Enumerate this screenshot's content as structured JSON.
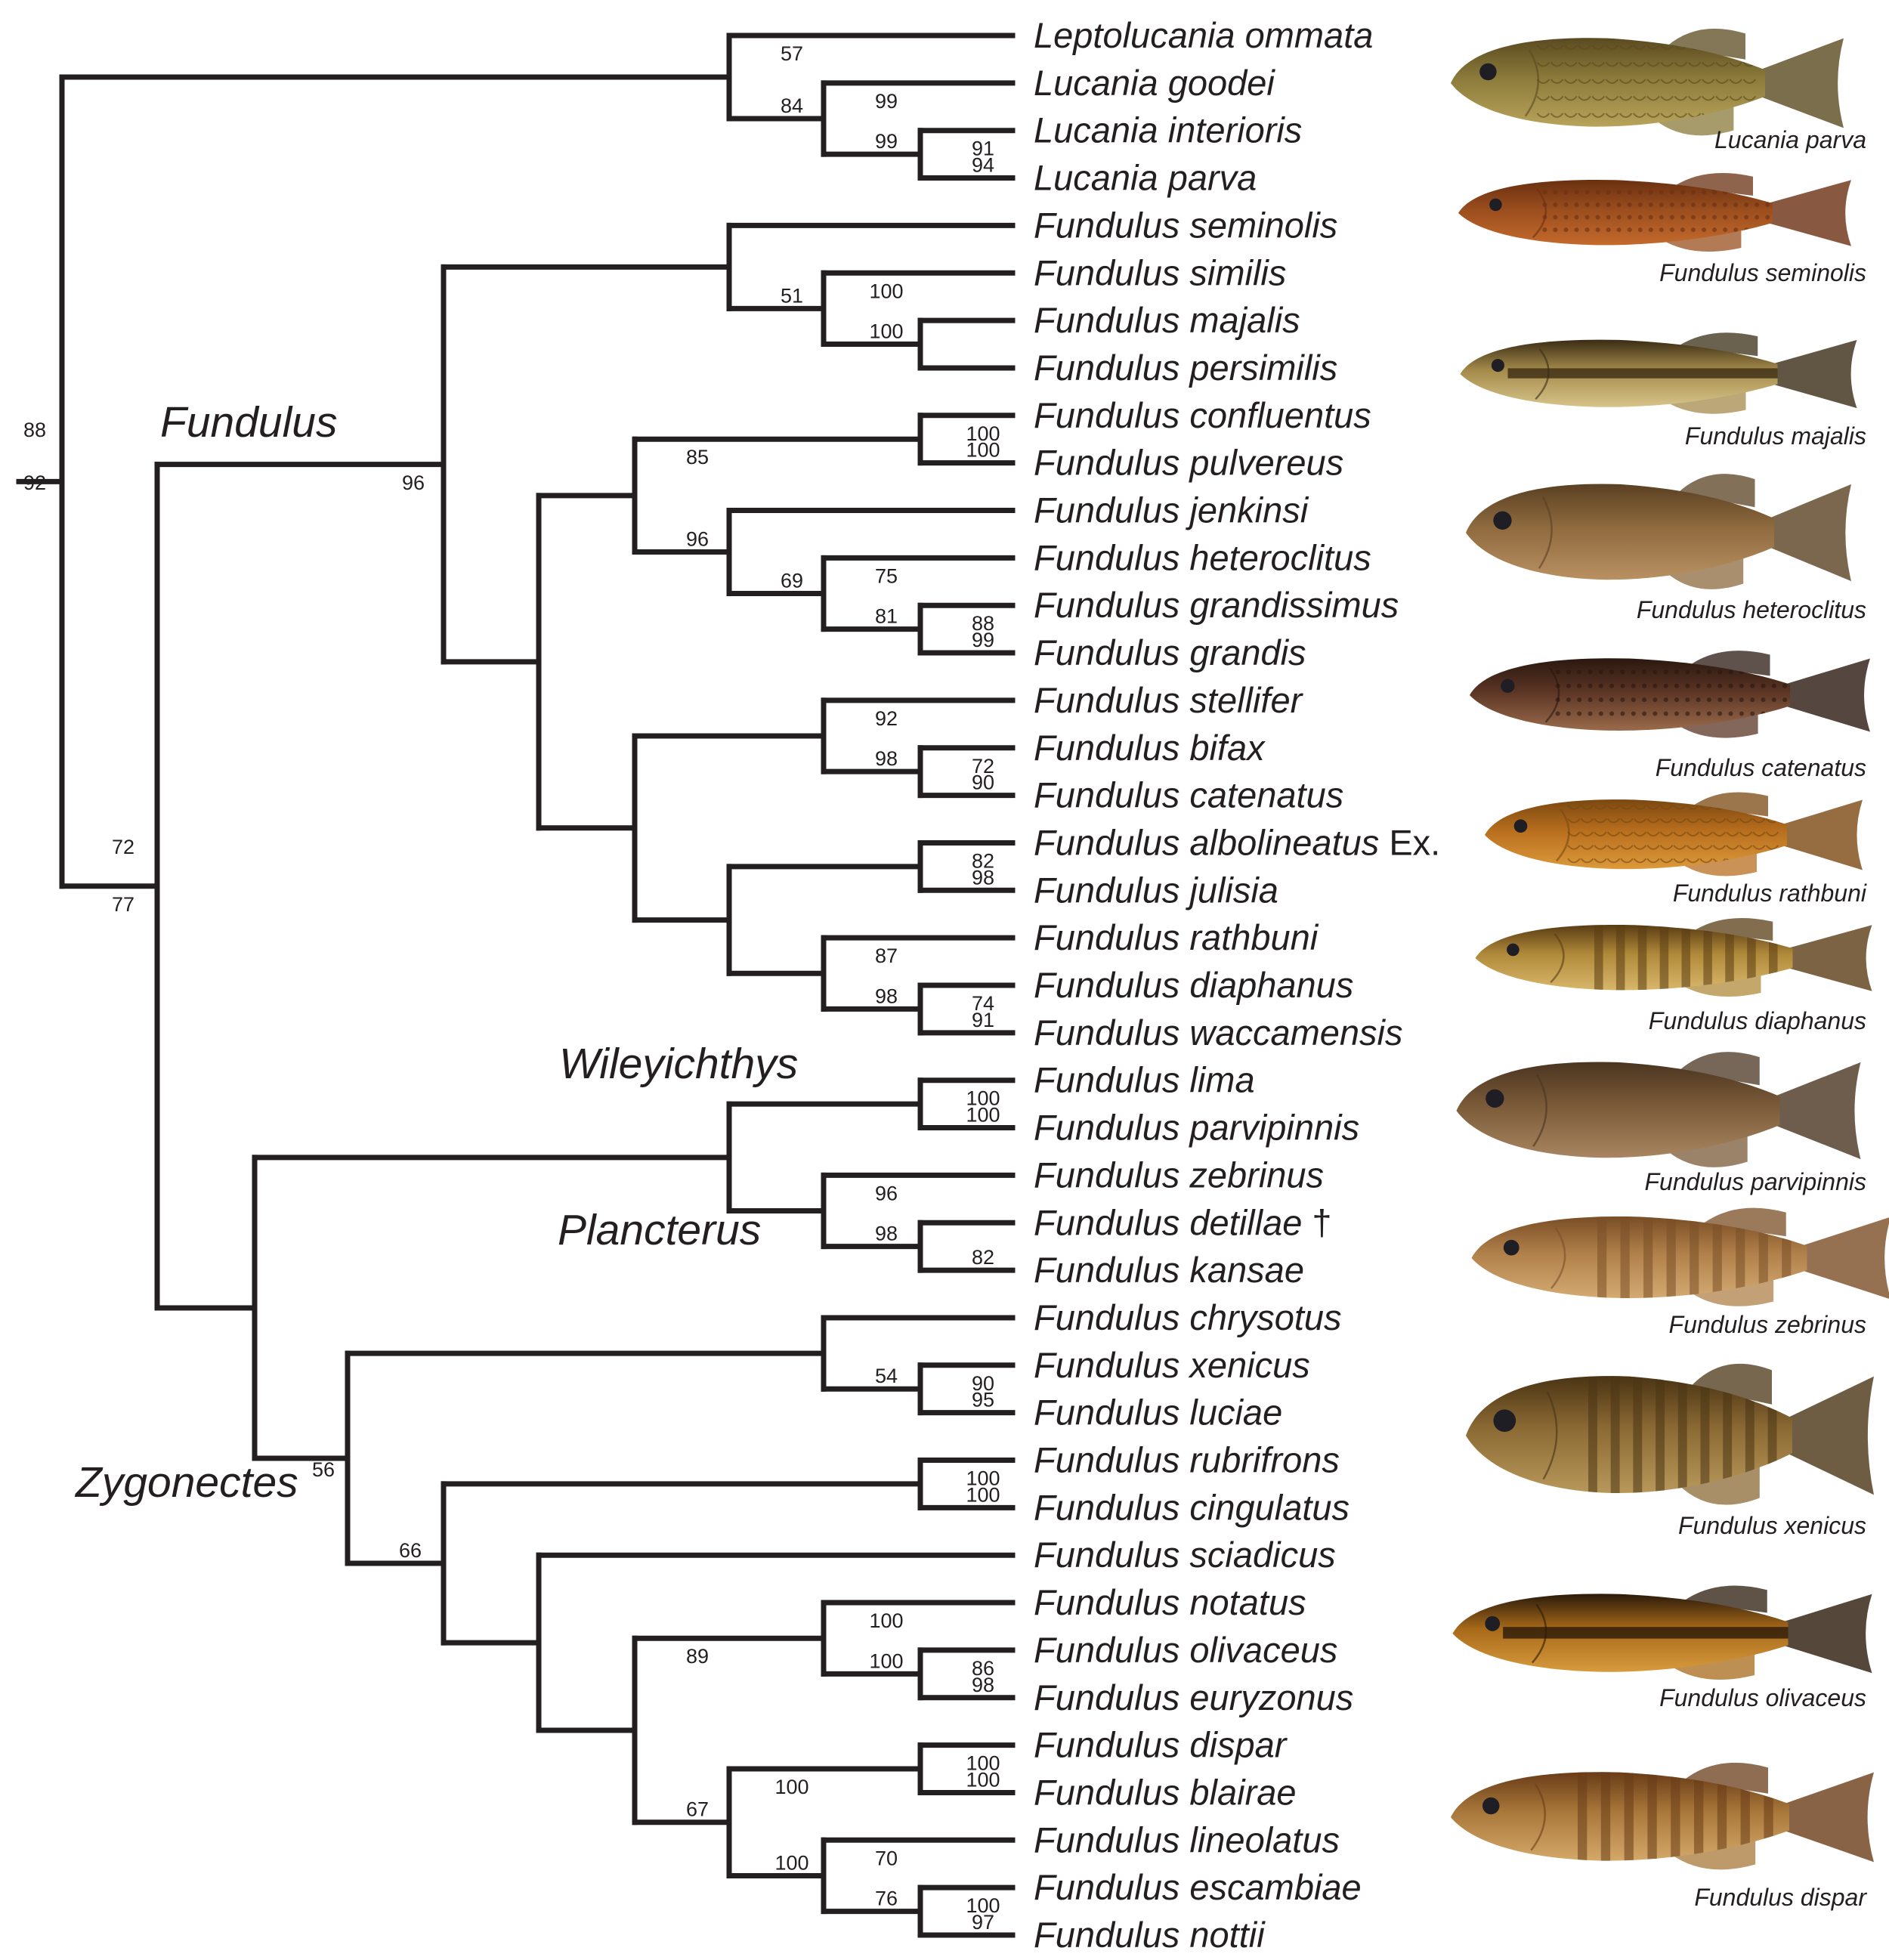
{
  "tree": {
    "leaves": [
      {
        "id": "L0",
        "name": "Leptolucania ommata"
      },
      {
        "id": "L1",
        "name": "Lucania goodei"
      },
      {
        "id": "L2",
        "name": "Lucania interioris"
      },
      {
        "id": "L3",
        "name": "Lucania parva"
      },
      {
        "id": "L4",
        "name": "Fundulus seminolis"
      },
      {
        "id": "L5",
        "name": "Fundulus similis"
      },
      {
        "id": "L6",
        "name": "Fundulus majalis"
      },
      {
        "id": "L7",
        "name": "Fundulus persimilis"
      },
      {
        "id": "L8",
        "name": "Fundulus confluentus"
      },
      {
        "id": "L9",
        "name": "Fundulus pulvereus"
      },
      {
        "id": "L10",
        "name": "Fundulus jenkinsi"
      },
      {
        "id": "L11",
        "name": "Fundulus heteroclitus"
      },
      {
        "id": "L12",
        "name": "Fundulus grandissimus"
      },
      {
        "id": "L13",
        "name": "Fundulus grandis"
      },
      {
        "id": "L14",
        "name": "Fundulus stellifer"
      },
      {
        "id": "L15",
        "name": "Fundulus bifax"
      },
      {
        "id": "L16",
        "name": "Fundulus catenatus"
      },
      {
        "id": "L17",
        "name": "Fundulus albolineatus",
        "suffix": " Ex."
      },
      {
        "id": "L18",
        "name": "Fundulus julisia"
      },
      {
        "id": "L19",
        "name": "Fundulus rathbuni"
      },
      {
        "id": "L20",
        "name": "Fundulus diaphanus"
      },
      {
        "id": "L21",
        "name": "Fundulus waccamensis"
      },
      {
        "id": "L22",
        "name": "Fundulus lima"
      },
      {
        "id": "L23",
        "name": "Fundulus parvipinnis"
      },
      {
        "id": "L24",
        "name": "Fundulus zebrinus"
      },
      {
        "id": "L25",
        "name": "Fundulus detillae",
        "suffix": " †"
      },
      {
        "id": "L26",
        "name": "Fundulus kansae"
      },
      {
        "id": "L27",
        "name": "Fundulus chrysotus"
      },
      {
        "id": "L28",
        "name": "Fundulus xenicus"
      },
      {
        "id": "L29",
        "name": "Fundulus luciae"
      },
      {
        "id": "L30",
        "name": "Fundulus rubrifrons"
      },
      {
        "id": "L31",
        "name": "Fundulus cingulatus"
      },
      {
        "id": "L32",
        "name": "Fundulus sciadicus"
      },
      {
        "id": "L33",
        "name": "Fundulus notatus"
      },
      {
        "id": "L34",
        "name": "Fundulus olivaceus"
      },
      {
        "id": "L35",
        "name": "Fundulus euryzonus"
      },
      {
        "id": "L36",
        "name": "Fundulus dispar"
      },
      {
        "id": "L37",
        "name": "Fundulus blairae"
      },
      {
        "id": "L38",
        "name": "Fundulus lineolatus"
      },
      {
        "id": "L39",
        "name": "Fundulus escambiae"
      },
      {
        "id": "L40",
        "name": "Fundulus nottii"
      }
    ],
    "nodes": [
      {
        "id": "N_int_parva",
        "children": [
          "L2",
          "L3"
        ],
        "support_above": "91",
        "support_below": "94"
      },
      {
        "id": "N_lucania",
        "children": [
          "L1",
          "N_int_parva"
        ],
        "support_above": "99",
        "support_below": "99"
      },
      {
        "id": "N_lucania_group",
        "children": [
          "L0",
          "N_lucania"
        ],
        "support_above": "57",
        "support_below": "84"
      },
      {
        "id": "N_maj_pers",
        "children": [
          "L6",
          "L7"
        ],
        "support_above": "",
        "support_below": ""
      },
      {
        "id": "N_sim_group",
        "children": [
          "L5",
          "N_maj_pers"
        ],
        "support_above": "100",
        "support_below": "100"
      },
      {
        "id": "N_sem_group",
        "children": [
          "L4",
          "N_sim_group"
        ],
        "support_above": "",
        "support_below": "51"
      },
      {
        "id": "N_conf_pulv",
        "children": [
          "L8",
          "L9"
        ],
        "support_above": "100",
        "support_below": "100"
      },
      {
        "id": "N_grandiss",
        "children": [
          "L12",
          "L13"
        ],
        "support_above": "88",
        "support_below": "99"
      },
      {
        "id": "N_hetero",
        "children": [
          "L11",
          "N_grandiss"
        ],
        "support_above": "75",
        "support_below": "81"
      },
      {
        "id": "N_jenk",
        "children": [
          "L10",
          "N_hetero"
        ],
        "support_above": "",
        "support_below": "69"
      },
      {
        "id": "N_conf_jenk",
        "children": [
          "N_conf_pulv",
          "N_jenk"
        ],
        "support_above": "85",
        "support_below": "96"
      },
      {
        "id": "N_bif_cat",
        "children": [
          "L15",
          "L16"
        ],
        "support_above": "72",
        "support_below": "90"
      },
      {
        "id": "N_stell",
        "children": [
          "L14",
          "N_bif_cat"
        ],
        "support_above": "92",
        "support_below": "98"
      },
      {
        "id": "N_alb_jul",
        "children": [
          "L17",
          "L18"
        ],
        "support_above": "82",
        "support_below": "98"
      },
      {
        "id": "N_dia_wac",
        "children": [
          "L20",
          "L21"
        ],
        "support_above": "74",
        "support_below": "91"
      },
      {
        "id": "N_rath",
        "children": [
          "L19",
          "N_dia_wac"
        ],
        "support_above": "87",
        "support_below": "98"
      },
      {
        "id": "N_alb_rath",
        "children": [
          "N_alb_jul",
          "N_rath"
        ],
        "support_above": "",
        "support_below": ""
      },
      {
        "id": "N_stell_alb",
        "children": [
          "N_stell",
          "N_alb_rath"
        ],
        "support_above": "",
        "support_below": ""
      },
      {
        "id": "N_conf_stell",
        "children": [
          "N_conf_jenk",
          "N_stell_alb"
        ],
        "support_above": "",
        "support_below": ""
      },
      {
        "id": "N_fundulus",
        "children": [
          "N_sem_group",
          "N_conf_stell"
        ],
        "support_above": "",
        "support_below": "96"
      },
      {
        "id": "N_lima_parv",
        "children": [
          "L22",
          "L23"
        ],
        "support_above": "100",
        "support_below": "100"
      },
      {
        "id": "N_det_kan",
        "children": [
          "L25",
          "L26"
        ],
        "support_above": "",
        "support_below": "82"
      },
      {
        "id": "N_zebr",
        "children": [
          "L24",
          "N_det_kan"
        ],
        "support_above": "96",
        "support_below": "98"
      },
      {
        "id": "N_wiley_planc",
        "children": [
          "N_lima_parv",
          "N_zebr"
        ],
        "support_above": "",
        "support_below": ""
      },
      {
        "id": "N_xen_luc",
        "children": [
          "L28",
          "L29"
        ],
        "support_above": "90",
        "support_below": "95"
      },
      {
        "id": "N_chrys",
        "children": [
          "L27",
          "N_xen_luc"
        ],
        "support_above": "",
        "support_below": "54"
      },
      {
        "id": "N_rub_cin",
        "children": [
          "L30",
          "L31"
        ],
        "support_above": "100",
        "support_below": "100"
      },
      {
        "id": "N_oli_eury",
        "children": [
          "L34",
          "L35"
        ],
        "support_above": "86",
        "support_below": "98"
      },
      {
        "id": "N_notatus",
        "children": [
          "L33",
          "N_oli_eury"
        ],
        "support_above": "100",
        "support_below": "100"
      },
      {
        "id": "N_disp_blair",
        "children": [
          "L36",
          "L37"
        ],
        "support_above": "100",
        "support_below": "100"
      },
      {
        "id": "N_esc_not",
        "children": [
          "L39",
          "L40"
        ],
        "support_above": "100",
        "support_below": "97"
      },
      {
        "id": "N_lineol",
        "children": [
          "L38",
          "N_esc_not"
        ],
        "support_above": "70",
        "support_below": "76"
      },
      {
        "id": "N_disp_lin",
        "children": [
          "N_disp_blair",
          "N_lineol"
        ],
        "support_above": "100",
        "support_below": "100"
      },
      {
        "id": "N_not_disp",
        "children": [
          "N_notatus",
          "N_disp_lin"
        ],
        "support_above": "89",
        "support_below": "67"
      },
      {
        "id": "N_sciad",
        "children": [
          "L32",
          "N_not_disp"
        ],
        "support_above": "",
        "support_below": ""
      },
      {
        "id": "N_rub_sciad",
        "children": [
          "N_rub_cin",
          "N_sciad"
        ],
        "support_above": "",
        "support_below": ""
      },
      {
        "id": "N_chrys_rub",
        "children": [
          "N_chrys",
          "N_rub_sciad"
        ],
        "support_above": "",
        "support_below": "66"
      },
      {
        "id": "N_zygonectes",
        "children": [
          "N_wiley_planc",
          "N_chrys_rub"
        ],
        "support_above": "",
        "support_below": "56"
      },
      {
        "id": "N_fund_zyg",
        "children": [
          "N_fundulus",
          "N_zygonectes"
        ],
        "support_above": "72",
        "support_below": "77"
      },
      {
        "id": "N_root",
        "children": [
          "N_lucania_group",
          "N_fund_zyg"
        ],
        "support_above": "88",
        "support_below": "92"
      }
    ],
    "clade_labels": [
      {
        "id": "fundulus",
        "text": "Fundulus"
      },
      {
        "id": "wileyichthys",
        "text": "Wileyichthys"
      },
      {
        "id": "plancterus",
        "text": "Plancterus"
      },
      {
        "id": "zygonectes",
        "text": "Zygonectes"
      }
    ]
  },
  "fish_images": [
    {
      "id": "lucania-parva",
      "caption": "Lucania parva",
      "palette": [
        "#8b7a3a",
        "#b8a35a",
        "#5a4a20"
      ],
      "pattern": "scales"
    },
    {
      "id": "fundulus-seminolis",
      "caption": "Fundulus seminolis",
      "palette": [
        "#9a4d1e",
        "#c46a2c",
        "#6a3010"
      ],
      "pattern": "dots"
    },
    {
      "id": "fundulus-majalis",
      "caption": "Fundulus majalis",
      "palette": [
        "#a48a4a",
        "#d7c48a",
        "#3a2c14"
      ],
      "pattern": "stripe"
    },
    {
      "id": "fundulus-heteroclitus",
      "caption": "Fundulus heteroclitus",
      "palette": [
        "#8e6a3e",
        "#b99062",
        "#5a4022"
      ],
      "pattern": "plain"
    },
    {
      "id": "fundulus-catenatus",
      "caption": "Fundulus catenatus",
      "palette": [
        "#5a3424",
        "#9a6a4a",
        "#2a1810"
      ],
      "pattern": "dots"
    },
    {
      "id": "fundulus-rathbuni",
      "caption": "Fundulus rathbuni",
      "palette": [
        "#b86e1e",
        "#dc9a3a",
        "#7a4810"
      ],
      "pattern": "scales"
    },
    {
      "id": "fundulus-diaphanus",
      "caption": "Fundulus diaphanus",
      "palette": [
        "#b08a3a",
        "#d8b66a",
        "#5a3c14"
      ],
      "pattern": "bars"
    },
    {
      "id": "fundulus-parvipinnis",
      "caption": "Fundulus parvipinnis",
      "palette": [
        "#7a5a38",
        "#a88560",
        "#4a3420"
      ],
      "pattern": "plain"
    },
    {
      "id": "fundulus-zebrinus",
      "caption": "Fundulus zebrinus",
      "palette": [
        "#b0804a",
        "#d4aa72",
        "#7a4e26"
      ],
      "pattern": "bars"
    },
    {
      "id": "fundulus-xenicus",
      "caption": "Fundulus xenicus",
      "palette": [
        "#8c6a34",
        "#b8985a",
        "#4a3414"
      ],
      "pattern": "bars"
    },
    {
      "id": "fundulus-olivaceus",
      "caption": "Fundulus olivaceus",
      "palette": [
        "#a86a1a",
        "#d79a3c",
        "#2a1a0a"
      ],
      "pattern": "stripe"
    },
    {
      "id": "fundulus-dispar",
      "caption": "Fundulus dispar",
      "palette": [
        "#a8783a",
        "#d4a868",
        "#6a3c18"
      ],
      "pattern": "bars"
    }
  ]
}
